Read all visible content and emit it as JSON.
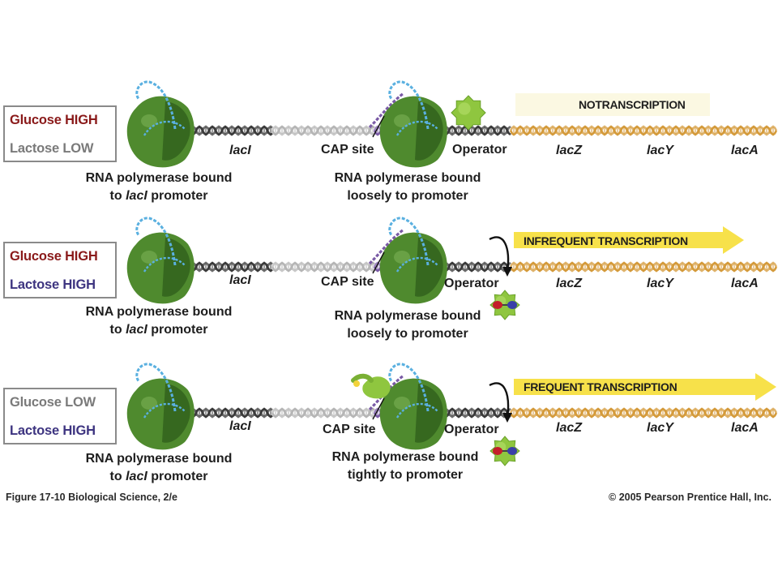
{
  "panels": [
    {
      "glucose": "Glucose HIGH",
      "lactose": "Lactose LOW",
      "glucose_color": "#8a1a1a",
      "lactose_color": "#7a7a7a",
      "laci_label": "lacI",
      "rnap_left_line1": "RNA polymerase bound",
      "rnap_left_line2_pre": "to ",
      "rnap_left_line2_gene": "lacI",
      "rnap_left_line2_post": " promoter",
      "cap_label": "CAP site",
      "operator_label": "Operator",
      "rnap_mid_line1": "RNA polymerase bound",
      "rnap_mid_line2": "loosely to promoter",
      "transcription_label": "NOTRANSCRIPTION",
      "genes": [
        "lacZ",
        "lacY",
        "lacA"
      ],
      "repressor_on_operator": true,
      "cap_bound": false,
      "arrow": "none"
    },
    {
      "glucose": "Glucose HIGH",
      "lactose": "Lactose HIGH",
      "glucose_color": "#8a1a1a",
      "lactose_color": "#3d3480",
      "laci_label": "lacI",
      "rnap_left_line1": "RNA polymerase bound",
      "rnap_left_line2_pre": "to ",
      "rnap_left_line2_gene": "lacI",
      "rnap_left_line2_post": " promoter",
      "cap_label": "CAP site",
      "operator_label": "Operator",
      "rnap_mid_line1": "RNA polymerase bound",
      "rnap_mid_line2": "loosely to promoter",
      "transcription_label": "INFREQUENT TRANSCRIPTION",
      "genes": [
        "lacZ",
        "lacY",
        "lacA"
      ],
      "repressor_on_operator": false,
      "cap_bound": false,
      "arrow": "short"
    },
    {
      "glucose": "Glucose LOW",
      "lactose": "Lactose HIGH",
      "glucose_color": "#7a7a7a",
      "lactose_color": "#3d3480",
      "laci_label": "lacI",
      "rnap_left_line1": "RNA polymerase bound",
      "rnap_left_line2_pre": "to ",
      "rnap_left_line2_gene": "lacI",
      "rnap_left_line2_post": " promoter",
      "cap_label": "CAP site",
      "operator_label": "Operator",
      "rnap_mid_line1": "RNA polymerase bound",
      "rnap_mid_line2": "tightly to promoter",
      "transcription_label": "FREQUENT TRANSCRIPTION",
      "genes": [
        "lacZ",
        "lacY",
        "lacA"
      ],
      "repressor_on_operator": false,
      "cap_bound": true,
      "arrow": "long"
    }
  ],
  "footer": {
    "left": "Figure 17-10   Biological Science, 2/e",
    "right": "© 2005 Pearson Prentice Hall, Inc."
  },
  "colors": {
    "rnap": "#4f8a2e",
    "repressor": "#8fc63f",
    "dna_dark": "#3a3a3a",
    "dna_grey": "#b5b5b5",
    "dna_purple": "#7a5aa6",
    "dna_gold": "#d49a3a",
    "dna_blue": "#5ab0e0",
    "transcript_arrow": "#f7e14a"
  }
}
